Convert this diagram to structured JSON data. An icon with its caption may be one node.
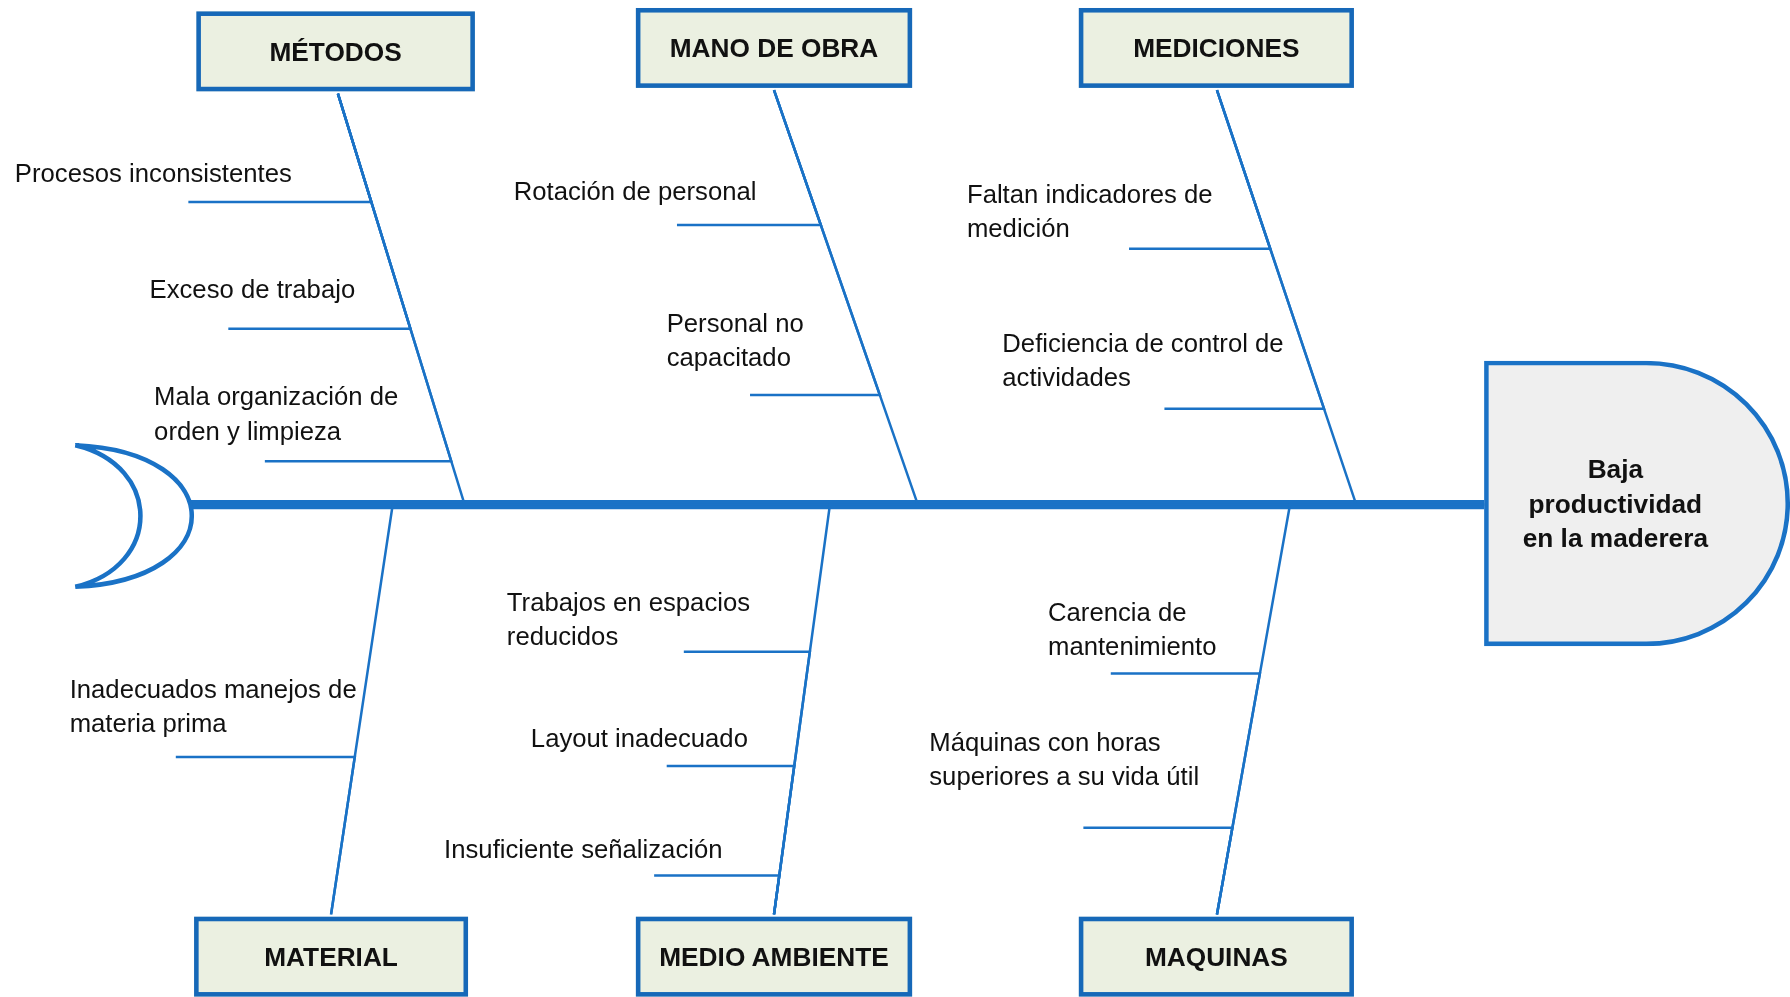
{
  "diagram": {
    "nodes": [
      {
        "text": [
          "MÉTODOS"
        ]
      },
      {
        "text": [
          "MANO DE OBRA"
        ]
      },
      {
        "text": [
          "MEDICIONES"
        ]
      },
      {
        "text": [
          "Procesos inconsistentes"
        ]
      },
      {
        "text": [
          "Rotación de personal"
        ]
      },
      {
        "text": [
          "Faltan indicadores de medición"
        ]
      },
      {
        "text": [
          "Exceso de trabajo"
        ]
      },
      {
        "text": [
          "Personal no capacitado"
        ]
      },
      {
        "text": [
          "Deficiencia de control de actividades"
        ]
      },
      {
        "text": [
          "Mala organización de orden y limpieza"
        ]
      },
      {
        "text": [],
        "shape": "crescent"
      },
      {
        "text": [
          "Baja productividad en la maderera"
        ]
      },
      {
        "text": [
          "Trabajos en espacios reducidos"
        ]
      },
      {
        "text": [
          "Carencia de mantenimiento"
        ]
      },
      {
        "text": [
          "Inadecuados manejos de materia prima"
        ]
      },
      {
        "text": [
          "Layout inadecuado"
        ]
      },
      {
        "text": [
          "Máquinas con horas superiores a su vida útil"
        ]
      },
      {
        "text": [
          "Insuficiente señalización"
        ]
      },
      {
        "text": [
          "MATERIAL"
        ]
      },
      {
        "text": [
          "MEDIO AMBIENTE"
        ]
      },
      {
        "text": [
          "MAQUINAS"
        ]
      }
    ],
    "edges": [
      {
        "from": 10,
        "to": 11,
        "arrow": "none",
        "style": "thick"
      },
      {
        "from": 0,
        "to": 11,
        "arrow": "none"
      },
      {
        "from": 1,
        "to": 11,
        "arrow": "none"
      },
      {
        "from": 2,
        "to": 11,
        "arrow": "none"
      },
      {
        "from": 18,
        "to": 11,
        "arrow": "none"
      },
      {
        "from": 19,
        "to": 11,
        "arrow": "none"
      },
      {
        "from": 20,
        "to": 11,
        "arrow": "none"
      },
      {
        "from": 3,
        "to": 0,
        "arrow": "none"
      },
      {
        "from": 6,
        "to": 0,
        "arrow": "none"
      },
      {
        "from": 9,
        "to": 0,
        "arrow": "none"
      },
      {
        "from": 4,
        "to": 1,
        "arrow": "none"
      },
      {
        "from": 7,
        "to": 1,
        "arrow": "none"
      },
      {
        "from": 5,
        "to": 2,
        "arrow": "none"
      },
      {
        "from": 8,
        "to": 2,
        "arrow": "none"
      },
      {
        "from": 14,
        "to": 18,
        "arrow": "none"
      },
      {
        "from": 12,
        "to": 19,
        "arrow": "none"
      },
      {
        "from": 15,
        "to": 19,
        "arrow": "none"
      },
      {
        "from": 17,
        "to": 19,
        "arrow": "none"
      },
      {
        "from": 13,
        "to": 20,
        "arrow": "none"
      },
      {
        "from": 16,
        "to": 20,
        "arrow": "none"
      }
    ]
  }
}
